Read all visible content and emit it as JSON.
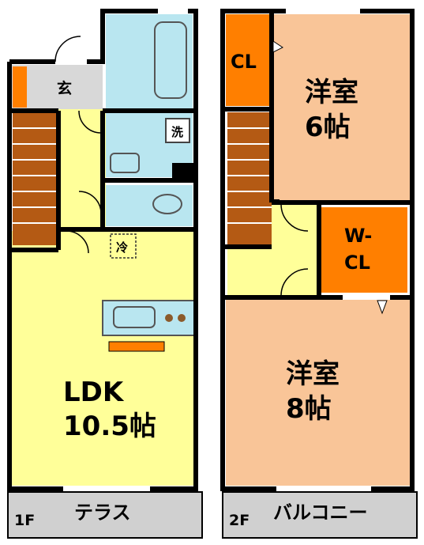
{
  "floors": [
    {
      "level": "1F",
      "outside": "テラス"
    },
    {
      "level": "2F",
      "outside": "バルコニー"
    }
  ],
  "rooms": {
    "entrance": "玄",
    "ldk_name": "LDK",
    "ldk_size": "10.5帖",
    "washer": "洗",
    "fridge": "冷",
    "closet": "CL",
    "western1_name": "洋室",
    "western1_size": "6帖",
    "walkin_line1": "W-",
    "walkin_line2": "CL",
    "western2_name": "洋室",
    "western2_size": "8帖"
  },
  "colors": {
    "ldk": "#ffff99",
    "western": "#f9c598",
    "closet": "#ff7f00",
    "water": "#b9e6f0",
    "stairs": "#b45a14",
    "wall": "#000000",
    "outdoor": "#d0d0d0"
  }
}
